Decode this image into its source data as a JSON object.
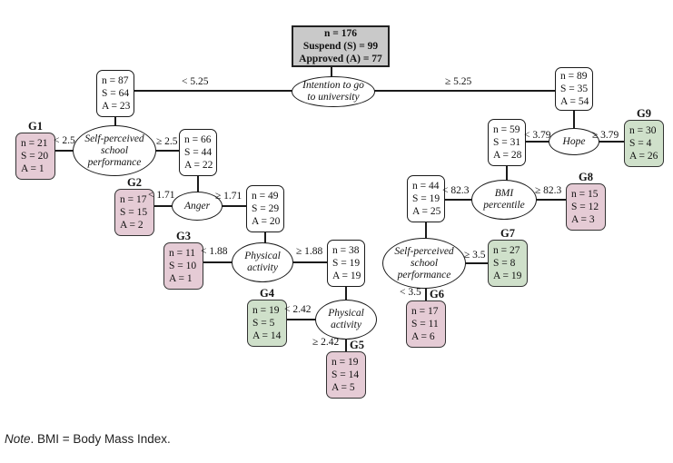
{
  "figure": {
    "note_italic": "Note",
    "note_rest": ". BMI = Body Mass Index."
  },
  "tree": {
    "type": "classification-tree",
    "root": {
      "l1": "n = 176",
      "l2": "Suspend (S) = 99",
      "l3": "Approved (A) = 77"
    },
    "nodes": {
      "n87": {
        "l1": "n = 87",
        "l2": "S = 64",
        "l3": "A = 23"
      },
      "n66": {
        "l1": "n = 66",
        "l2": "S = 44",
        "l3": "A = 22"
      },
      "n49": {
        "l1": "n = 49",
        "l2": "S = 29",
        "l3": "A = 20"
      },
      "n38": {
        "l1": "n = 38",
        "l2": "S = 19",
        "l3": "A = 19"
      },
      "n89": {
        "l1": "n = 89",
        "l2": "S = 35",
        "l3": "A = 54"
      },
      "n59": {
        "l1": "n = 59",
        "l2": "S = 31",
        "l3": "A = 28"
      },
      "n44": {
        "l1": "n = 44",
        "l2": "S = 19",
        "l3": "A = 25"
      }
    },
    "splits": {
      "intention": {
        "l1": "Intention to go",
        "l2": "to university"
      },
      "spsp_left": {
        "l1": "Self-perceived",
        "l2": "school",
        "l3": "performance"
      },
      "anger": {
        "l1": "Anger"
      },
      "physical1": {
        "l1": "Physical",
        "l2": "activity"
      },
      "physical2": {
        "l1": "Physical",
        "l2": "activity"
      },
      "hope": {
        "l1": "Hope"
      },
      "bmi": {
        "l1": "BMI",
        "l2": "percentile"
      },
      "spsp_right": {
        "l1": "Self-perceived",
        "l2": "school",
        "l3": "performance"
      }
    },
    "leaves": {
      "g1": {
        "tag": "G1",
        "l1": "n = 21",
        "l2": "S = 20",
        "l3": "A = 1",
        "color": "#e5cbd5"
      },
      "g2": {
        "tag": "G2",
        "l1": "n = 17",
        "l2": "S = 15",
        "l3": "A = 2",
        "color": "#e5cbd5"
      },
      "g3": {
        "tag": "G3",
        "l1": "n = 11",
        "l2": "S = 10",
        "l3": "A = 1",
        "color": "#e5cbd5"
      },
      "g4": {
        "tag": "G4",
        "l1": "n = 19",
        "l2": "S = 5",
        "l3": "A = 14",
        "color": "#cfe0ca"
      },
      "g5": {
        "tag": "G5",
        "l1": "n = 19",
        "l2": "S = 14",
        "l3": "A = 5",
        "color": "#e5cbd5"
      },
      "g6": {
        "tag": "G6",
        "l1": "n = 17",
        "l2": "S = 11",
        "l3": "A = 6",
        "color": "#e5cbd5"
      },
      "g7": {
        "tag": "G7",
        "l1": "n = 27",
        "l2": "S = 8",
        "l3": "A = 19",
        "color": "#cfe0ca"
      },
      "g8": {
        "tag": "G8",
        "l1": "n = 15",
        "l2": "S = 12",
        "l3": "A = 3",
        "color": "#e5cbd5"
      },
      "g9": {
        "tag": "G9",
        "l1": "n = 30",
        "l2": "S = 4",
        "l3": "A = 26",
        "color": "#cfe0ca"
      }
    },
    "edge_labels": {
      "intention_lt": "< 5.25",
      "intention_ge": "≥ 5.25",
      "spsp_left_lt": "< 2.5",
      "spsp_left_ge": "≥ 2.5",
      "anger_lt": "< 1.71",
      "anger_ge": "≥ 1.71",
      "physical1_lt": "< 1.88",
      "physical1_ge": "≥ 1.88",
      "physical2_lt": "< 2.42",
      "physical2_ge": "≥ 2.42",
      "hope_lt": "< 3.79",
      "hope_ge": "≥ 3.79",
      "bmi_lt": "< 82.3",
      "bmi_ge": "≥ 82.3",
      "spsp_right_ge": "≥ 3.5",
      "spsp_right_lt": "< 3.5"
    },
    "colors": {
      "root_fill": "#c9c9c9",
      "leaf_suspend_pink": "#e5cbd5",
      "leaf_approved_green": "#cfe0ca",
      "line": "#1a1a1a"
    }
  }
}
